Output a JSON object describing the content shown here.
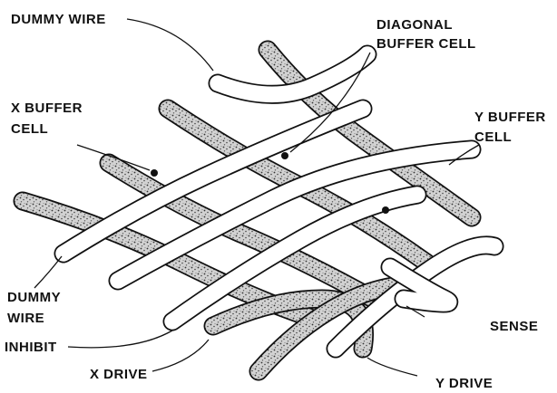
{
  "labels": {
    "dummy_wire_top": "DUMMY WIRE",
    "diagonal_line1": "DIAGONAL",
    "diagonal_line2": "BUFFER CELL",
    "x_buffer_line1": "X BUFFER",
    "x_buffer_line2": "CELL",
    "y_buffer_line1": "Y BUFFER",
    "y_buffer_line2": "CELL",
    "dummy_wire_left_line1": "DUMMY",
    "dummy_wire_left_line2": "WIRE",
    "inhibit": "INHIBIT",
    "sense": "SENSE",
    "x_drive": "X DRIVE",
    "y_drive": "Y DRIVE"
  },
  "colors": {
    "plain_wire": "#ffffff",
    "stippled_wire": "#cfcfcf",
    "outline": "#111111"
  }
}
